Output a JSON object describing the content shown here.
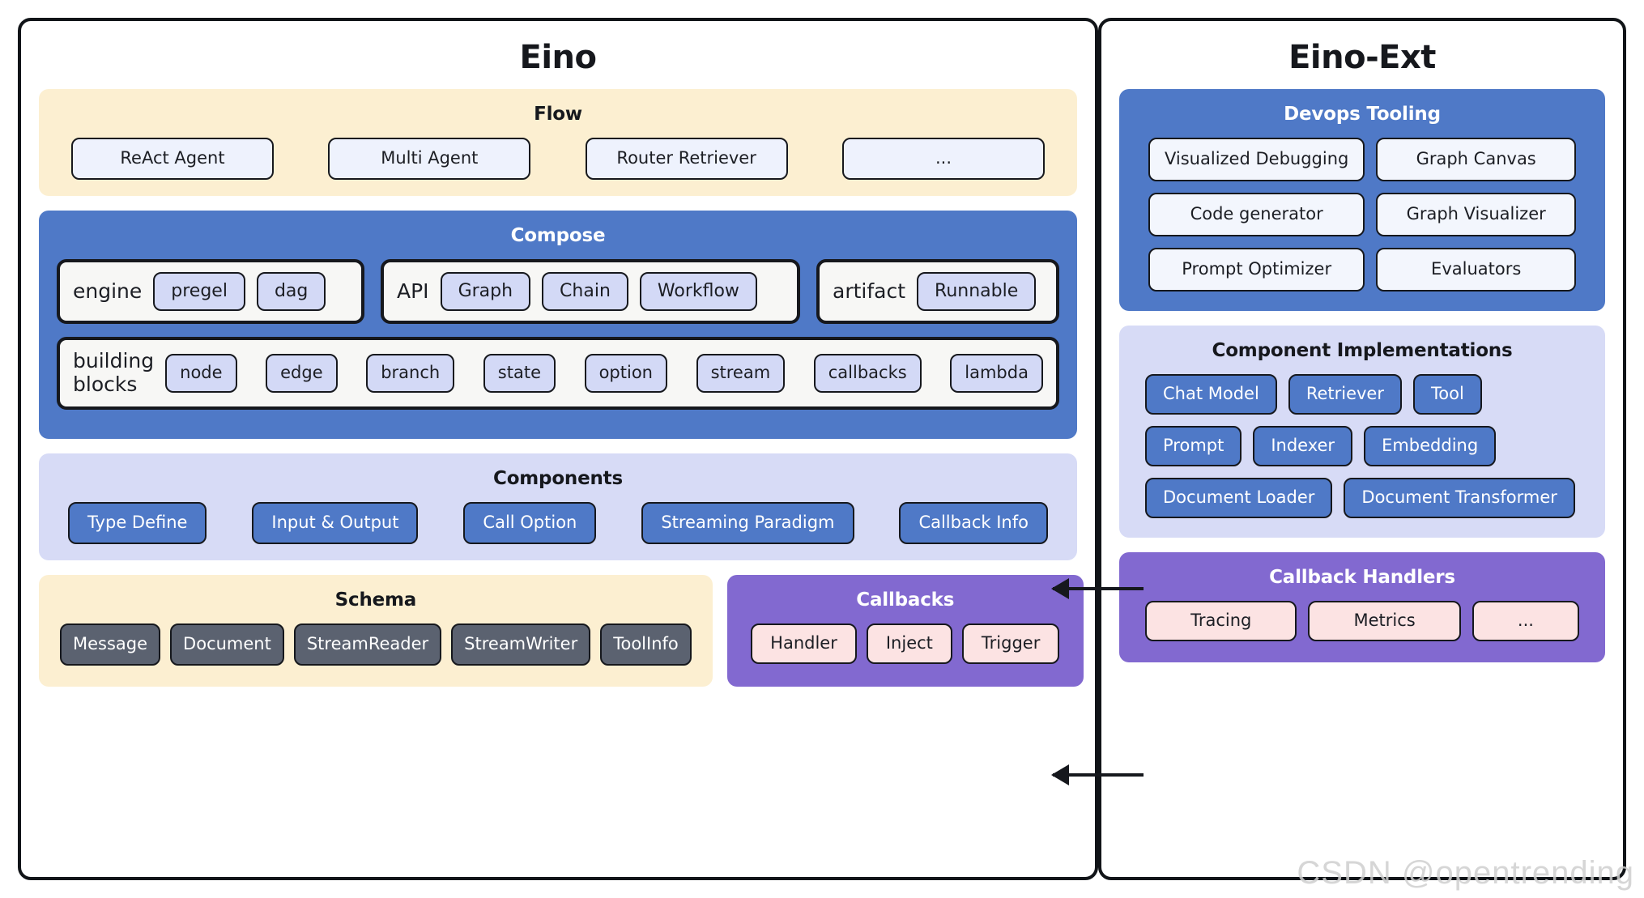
{
  "colors": {
    "cream": "#fcefd1",
    "blue": "#4f79c7",
    "lavender": "#d7dbf6",
    "purple": "#8269d0",
    "gray": "#5b6270",
    "pink": "#fce3e3",
    "pale": "#eef2fd",
    "outline": "#16181d"
  },
  "left_panel": {
    "title": "Eino",
    "flow": {
      "title": "Flow",
      "items": [
        "ReAct Agent",
        "Multi Agent",
        "Router Retriever",
        "..."
      ]
    },
    "compose": {
      "title": "Compose",
      "engine": {
        "label": "engine",
        "items": [
          "pregel",
          "dag"
        ]
      },
      "api": {
        "label": "API",
        "items": [
          "Graph",
          "Chain",
          "Workflow"
        ]
      },
      "artifact": {
        "label": "artifact",
        "items": [
          "Runnable"
        ]
      },
      "building_blocks": {
        "label": "building\nblocks",
        "items": [
          "node",
          "edge",
          "branch",
          "state",
          "option",
          "stream",
          "callbacks",
          "lambda"
        ]
      }
    },
    "components": {
      "title": "Components",
      "items": [
        "Type Define",
        "Input & Output",
        "Call Option",
        "Streaming Paradigm",
        "Callback Info"
      ]
    },
    "schema": {
      "title": "Schema",
      "items": [
        "Message",
        "Document",
        "StreamReader",
        "StreamWriter",
        "ToolInfo"
      ]
    },
    "callbacks": {
      "title": "Callbacks",
      "items": [
        "Handler",
        "Inject",
        "Trigger"
      ]
    }
  },
  "right_panel": {
    "title": "Eino-Ext",
    "devops": {
      "title": "Devops Tooling",
      "items": [
        "Visualized Debugging",
        "Graph Canvas",
        "Code generator",
        "Graph Visualizer",
        "Prompt Optimizer",
        "Evaluators"
      ]
    },
    "component_implementations": {
      "title": "Component Implementations",
      "rows": [
        [
          "Chat Model",
          "Retriever",
          "Tool"
        ],
        [
          "Prompt",
          "Indexer",
          "Embedding"
        ],
        [
          "Document Loader",
          "Document Transformer"
        ]
      ]
    },
    "callback_handlers": {
      "title": "Callback Handlers",
      "items": [
        "Tracing",
        "Metrics",
        "..."
      ]
    }
  },
  "connections": [
    {
      "name": "component-implementations-to-components",
      "direction": "left"
    },
    {
      "name": "callback-handlers-to-callbacks",
      "direction": "left"
    }
  ],
  "watermark": "CSDN @opentrending"
}
